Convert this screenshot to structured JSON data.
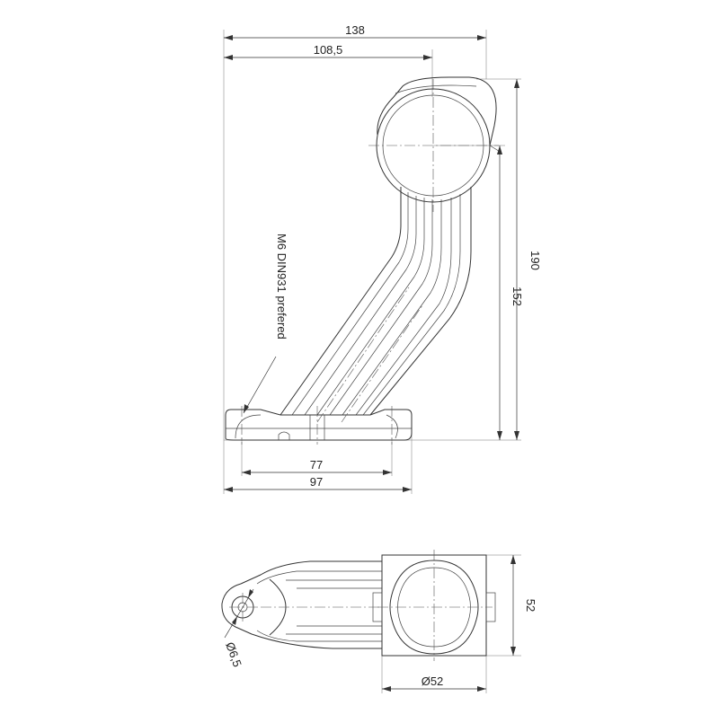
{
  "drawing": {
    "side_view": {
      "dimensions": {
        "overall_width": "138",
        "center_offset": "108,5",
        "overall_height": "190",
        "center_height": "152",
        "bolt_spacing": "77",
        "base_length": "97"
      },
      "note": "M6 DIN931 prefered"
    },
    "top_view": {
      "dimensions": {
        "width": "52",
        "diameter": "Ø52",
        "hole_diameter": "Ø6,5"
      }
    }
  }
}
